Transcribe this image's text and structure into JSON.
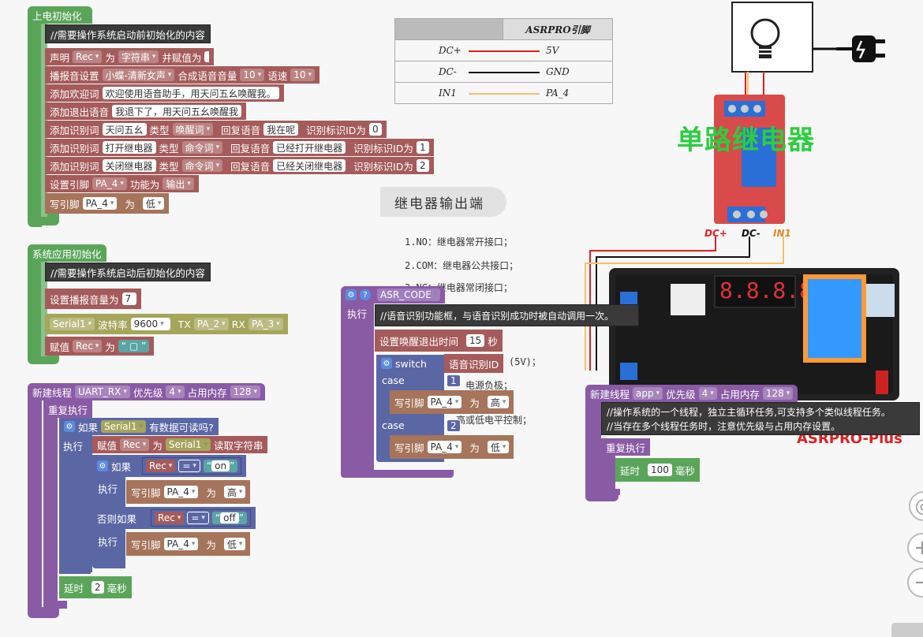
{
  "power_init": {
    "hat": "上电初始化",
    "comment": "//需要操作系统启动前初始化的内容",
    "declare": {
      "label": "声明",
      "var": "Rec",
      "as": "为",
      "type": "字符串",
      "assign": "并赋值为"
    },
    "tts": {
      "label": "播报音设置",
      "voice": "小蝶-清新女声",
      "vol_label": "合成语音音量",
      "vol": "10",
      "speed_label": "语速",
      "speed": "10"
    },
    "welcome": {
      "label": "添加欢迎词",
      "value": "欢迎使用语音助手，用天问五幺唤醒我。"
    },
    "exit": {
      "label": "添加退出语音",
      "value": "我退下了，用天问五幺唤醒我"
    },
    "words": [
      {
        "label": "添加识别词",
        "word": "天问五幺",
        "type_label": "类型",
        "type": "唤醒词",
        "reply_label": "回复语音",
        "reply": "我在呢",
        "id_label": "识别标识ID为",
        "id": "0"
      },
      {
        "label": "添加识别词",
        "word": "打开继电器",
        "type_label": "类型",
        "type": "命令词",
        "reply_label": "回复语音",
        "reply": "已经打开继电器",
        "id_label": "识别标识ID为",
        "id": "1"
      },
      {
        "label": "添加识别词",
        "word": "关闭继电器",
        "type_label": "类型",
        "type": "命令词",
        "reply_label": "回复语音",
        "reply": "已经关闭继电器",
        "id_label": "识别标识ID为",
        "id": "2"
      }
    ],
    "pinmode": {
      "label": "设置引脚",
      "pin": "PA_4",
      "func_label": "功能为",
      "func": "输出"
    },
    "write": {
      "label": "写引脚",
      "pin": "PA_4",
      "as": "为",
      "val": "低"
    }
  },
  "sys_init": {
    "hat": "系统应用初始化",
    "comment": "//需要操作系统启动后初始化的内容",
    "vol": {
      "label": "设置播报音量为",
      "value": "7"
    },
    "serial": {
      "port": "Serial1",
      "baud_label": "波特率",
      "baud": "9600",
      "tx_label": "TX",
      "tx": "PA_2",
      "rx_label": "RX",
      "rx": "PA_3"
    },
    "assign": {
      "label": "赋值",
      "var": "Rec",
      "as": "为"
    }
  },
  "uart_thread": {
    "hat_label": "新建线程",
    "name": "UART_RX",
    "prio_label": "优先级",
    "prio": "4",
    "mem_label": "占用内存",
    "mem": "128",
    "loop": "重复执行",
    "if_label": "如果",
    "serial": "Serial1",
    "available": "有数据可读吗?",
    "do": "执行",
    "assign_label": "赋值",
    "var": "Rec",
    "as": "为",
    "read": "读取字符串",
    "if2": "如果",
    "eq": "=",
    "on": "on",
    "off": "off",
    "elseif": "否则如果",
    "write": "写引脚",
    "pin": "PA_4",
    "wr_as": "为",
    "high": "高",
    "low": "低",
    "delay_label": "延时",
    "delay": "2",
    "ms": "毫秒"
  },
  "asr": {
    "hat": "ASR_CODE",
    "do": "执行",
    "comment": "//语音识别功能框，与语音识别成功时被自动调用一次。",
    "timeout_label": "设置唤醒退出时间",
    "timeout": "15",
    "sec": "秒",
    "switch": "switch",
    "switch_val": "语音识别ID",
    "case": "case",
    "c1": "1",
    "c2": "2",
    "write": "写引脚",
    "pin": "PA_4",
    "as": "为",
    "high": "高",
    "low": "低"
  },
  "app_thread": {
    "hat_label": "新建线程",
    "name": "app",
    "prio_label": "优先级",
    "prio": "4",
    "mem_label": "占用内存",
    "mem": "128",
    "comment1": "//操作系统的一个线程，独立主循环任务,可支持多个类似线程任务。",
    "comment2": "//当存在多个线程任务时，注意优先级与占用内存设置。",
    "loop": "重复执行",
    "delay_label": "延时",
    "delay": "100",
    "ms": "毫秒"
  },
  "pin_table": {
    "header": "ASRPRO引脚",
    "rows": [
      {
        "a": "DC+",
        "b": "5V",
        "color": "#e02020"
      },
      {
        "a": "DC-",
        "b": "GND",
        "color": "#111111"
      },
      {
        "a": "IN1",
        "b": "PA_4",
        "color": "#f5c065"
      }
    ]
  },
  "relay_out": {
    "title": "继电器输出端",
    "items": [
      "1.NO：继电器常开接口；",
      "2.COM：继电器公共接口；",
      "3.NC：继电器常闭接口；"
    ],
    "hidden_items": [
      "(5V)；",
      "电源负极；",
      "高或低电平控制；"
    ]
  },
  "relay_label": "单路继电器",
  "relay_pins": {
    "dcp": "DC+",
    "dcm": "DC-",
    "in1": "IN1"
  },
  "board_label": "ASRPRO-Plus",
  "colors": {
    "green": "#5ba55b",
    "red": "#a55b5b",
    "purple": "#8a5ba5",
    "brown": "#a5745b",
    "blue": "#5b67a5",
    "relay_text": "#2ecc40"
  }
}
